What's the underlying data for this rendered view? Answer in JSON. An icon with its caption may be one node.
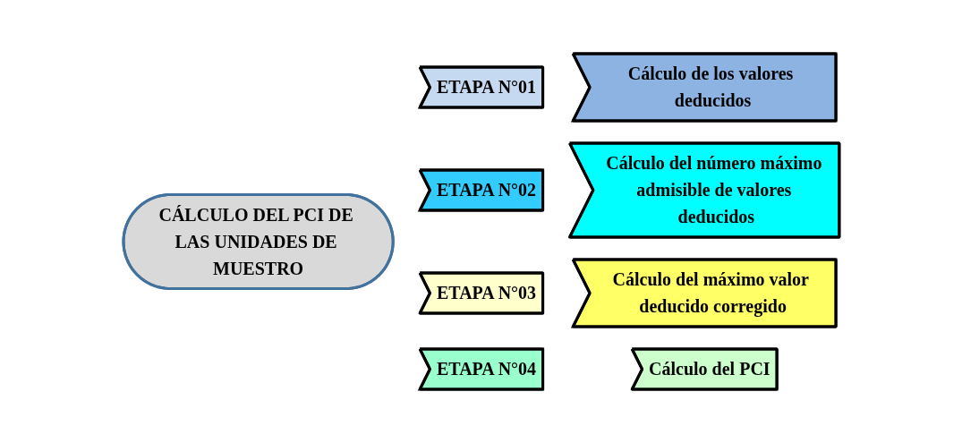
{
  "diagram": {
    "nodes": [
      {
        "text": [
          "CÁLCULO DEL PCI DE LAS UNIDADES DE MUESTRO"
        ]
      },
      {
        "text": [
          "ETAPA N°01"
        ]
      },
      {
        "text": [
          "Cálculo de los valores deducidos"
        ]
      },
      {
        "text": [
          "ETAPA N°02"
        ]
      },
      {
        "text": [
          "Cálculo del número máximo admisible de valores deducidos"
        ]
      },
      {
        "text": [
          "ETAPA N°03"
        ]
      },
      {
        "text": [
          "Cálculo del máximo valor deducido corregido"
        ]
      },
      {
        "text": [
          "ETAPA N°04"
        ]
      },
      {
        "text": [
          "Cálculo del PCI"
        ]
      }
    ]
  }
}
